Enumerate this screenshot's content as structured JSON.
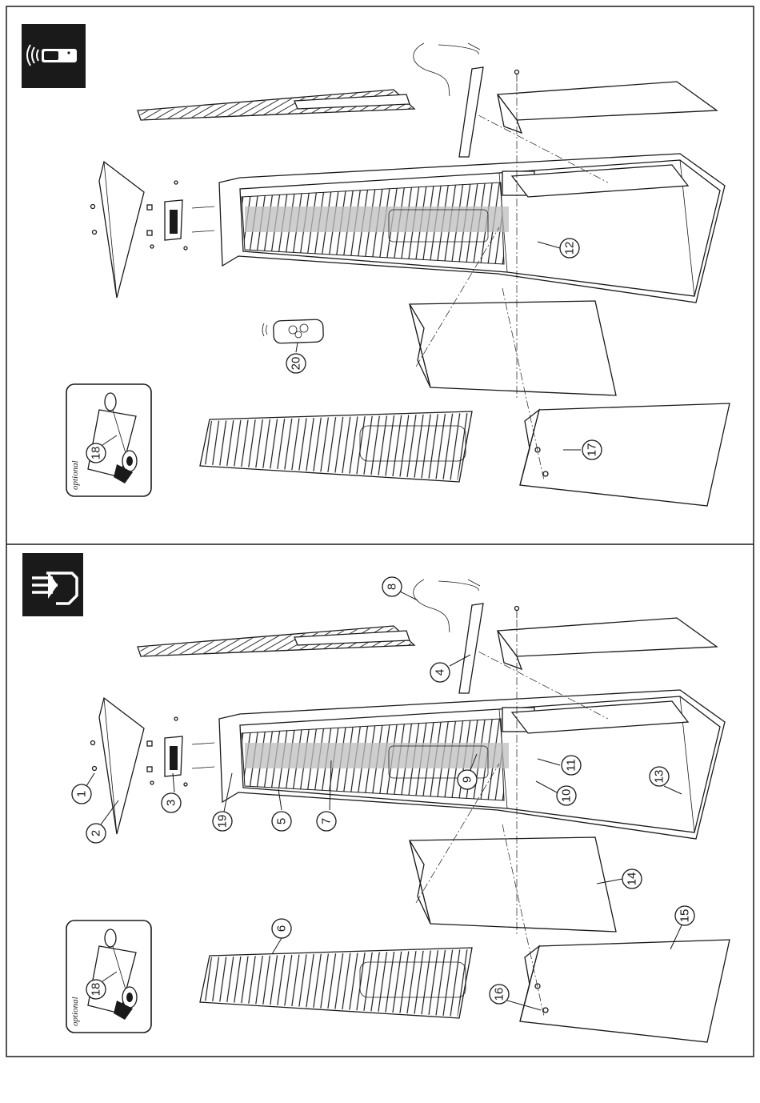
{
  "panels": [
    {
      "id": "remote-version",
      "badge_icon": "remote-signal-icon",
      "optional_label": "optional",
      "callouts": [
        "12",
        "20",
        "17",
        "18"
      ]
    },
    {
      "id": "manual-version",
      "badge_icon": "manual-switch-icon",
      "optional_label": "optional",
      "callouts": [
        "8",
        "4",
        "1",
        "2",
        "3",
        "19",
        "5",
        "7",
        "9",
        "11",
        "10",
        "13",
        "14",
        "15",
        "6",
        "16",
        "18"
      ]
    }
  ],
  "colors": {
    "frame": "#1a1a1a",
    "badge": "#1a1a1a",
    "heater_band": "#bdbdbd"
  }
}
